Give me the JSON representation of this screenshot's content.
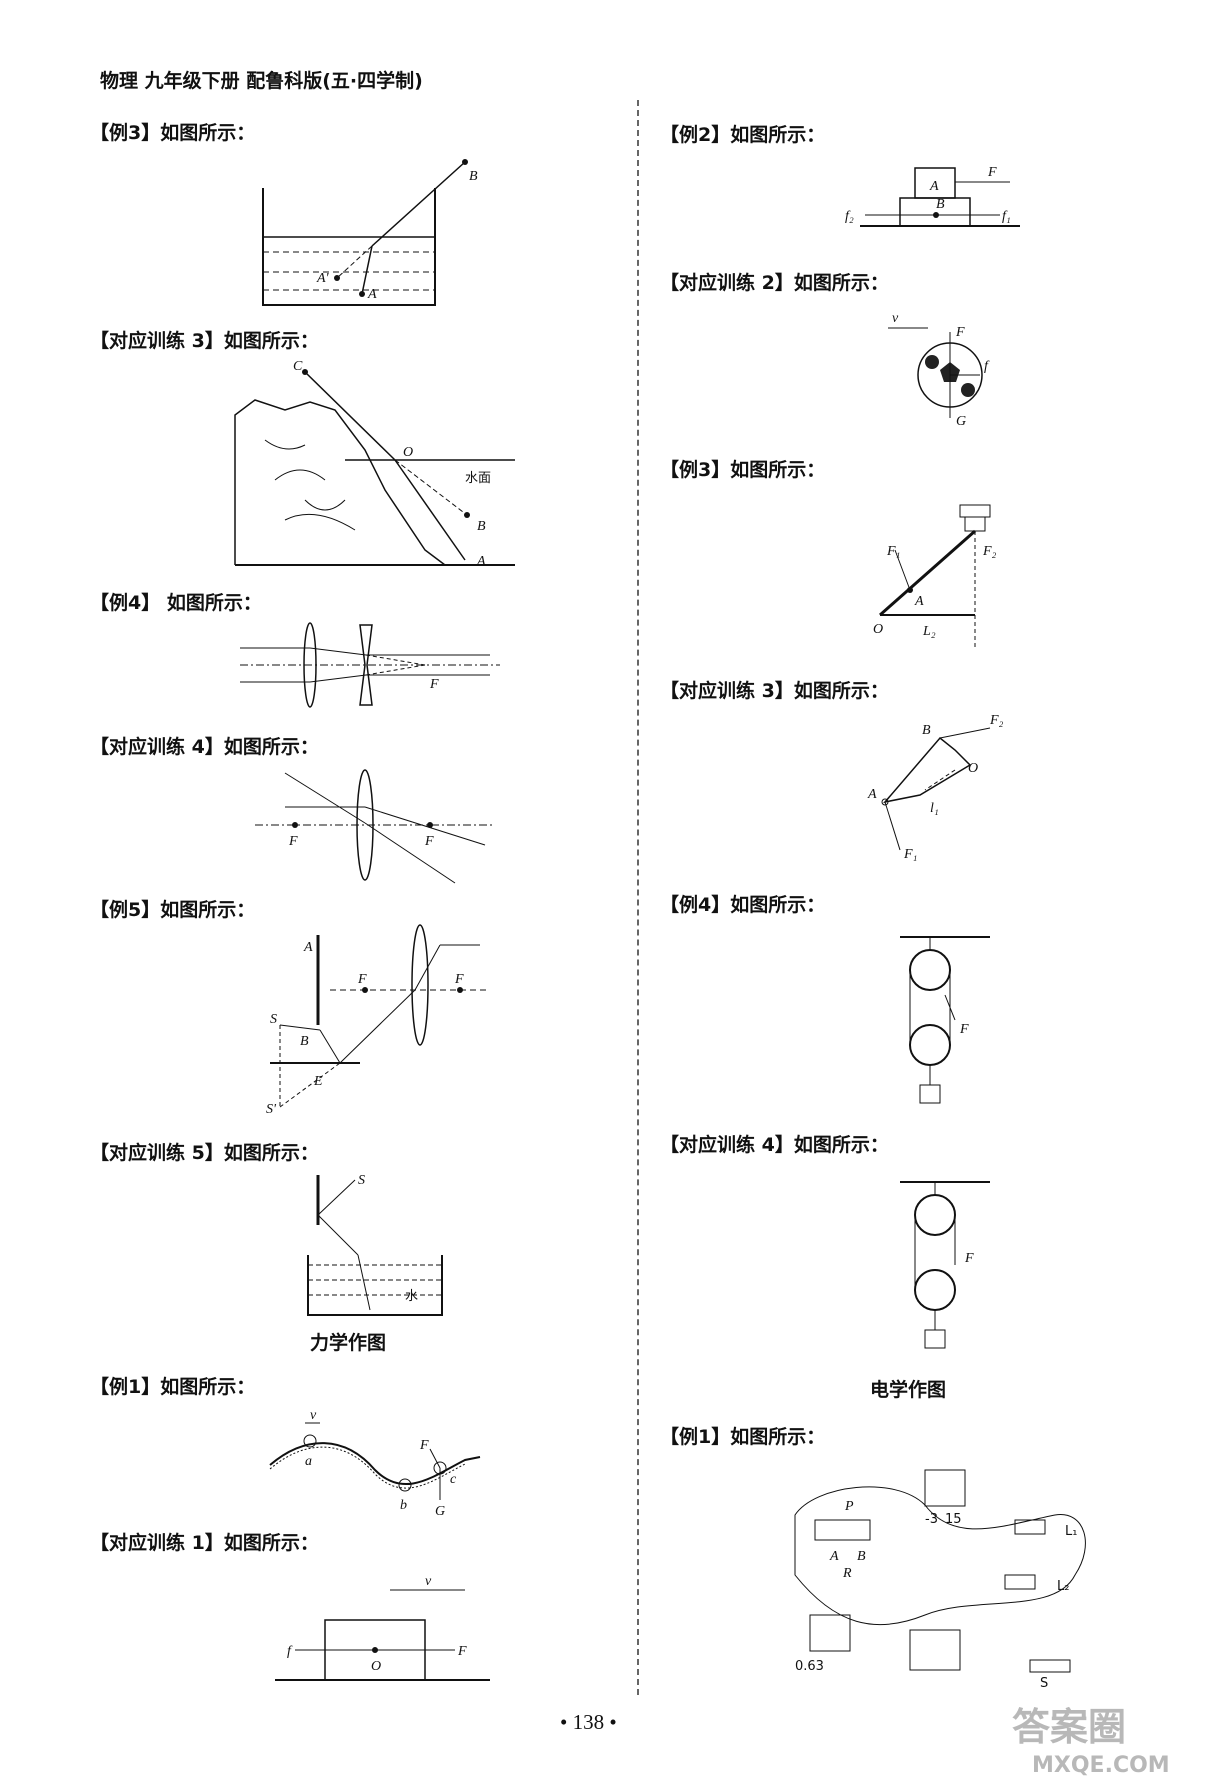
{
  "header": {
    "title": "物理  九年级下册  配鲁科版(五·四学制)"
  },
  "page_number": "• 138 •",
  "watermark": {
    "line1": "答案圈",
    "line2": "MXQE.COM"
  },
  "left": {
    "items": [
      {
        "bracket": "【例3】",
        "text": "如图所示：",
        "labels": [
          "B",
          "A'",
          "A"
        ]
      },
      {
        "bracket": "【对应训练 3】",
        "text": "如图所示：",
        "labels": [
          "C",
          "O",
          "水面",
          "B",
          "A"
        ]
      },
      {
        "bracket": "【例4】",
        "text": " 如图所示：",
        "labels": [
          "F"
        ]
      },
      {
        "bracket": "【对应训练 4】",
        "text": "如图所示：",
        "labels": [
          "F",
          "F"
        ]
      },
      {
        "bracket": "【例5】",
        "text": "如图所示：",
        "labels": [
          "A",
          "F",
          "F",
          "S",
          "B",
          "E",
          "S'"
        ]
      },
      {
        "bracket": "【对应训练 5】",
        "text": "如图所示：",
        "labels": [
          "S",
          "水"
        ]
      }
    ],
    "section_mech": "力学作图",
    "mech_items": [
      {
        "bracket": "【例1】",
        "text": "如图所示：",
        "labels": [
          "v",
          "F",
          "a",
          "c",
          "b",
          "G"
        ]
      },
      {
        "bracket": "【对应训练 1】",
        "text": "如图所示：",
        "labels": [
          "v",
          "f",
          "O",
          "F"
        ]
      }
    ]
  },
  "right": {
    "items": [
      {
        "bracket": "【例2】",
        "text": "如图所示：",
        "labels": [
          "A",
          "F",
          "B",
          "f₂",
          "f₁"
        ]
      },
      {
        "bracket": "【对应训练 2】",
        "text": "如图所示：",
        "labels": [
          "v",
          "F",
          "f",
          "G"
        ]
      },
      {
        "bracket": "【例3】",
        "text": "如图所示：",
        "labels": [
          "F₁",
          "F₂",
          "A",
          "O",
          "L₂"
        ]
      },
      {
        "bracket": "【对应训练 3】",
        "text": "如图所示：",
        "labels": [
          "B",
          "F₂",
          "O",
          "A",
          "l₁",
          "F₁"
        ]
      },
      {
        "bracket": "【例4】",
        "text": "如图所示：",
        "labels": [
          "F"
        ]
      },
      {
        "bracket": "【对应训练 4】",
        "text": "如图所示：",
        "labels": [
          "F"
        ]
      }
    ],
    "section_elec": "电学作图",
    "elec_items": [
      {
        "bracket": "【例1】",
        "text": "如图所示：",
        "labels": [
          "P",
          "A",
          "B",
          "R",
          "-3",
          "15",
          "L₁",
          "L₂",
          "0.63",
          "S"
        ]
      }
    ]
  }
}
